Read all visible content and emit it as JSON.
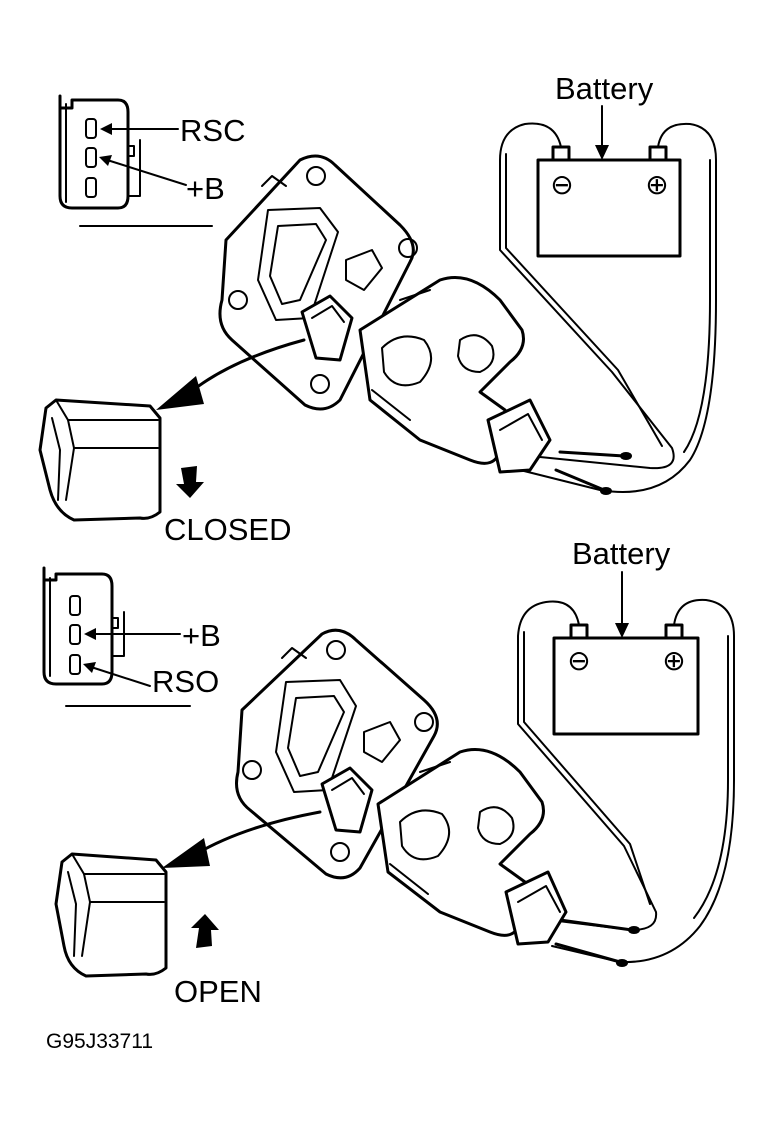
{
  "top_panel": {
    "connector_pin_top": "RSC",
    "connector_pin_middle": "+B",
    "battery_label": "Battery",
    "battery_negative": "⊖",
    "battery_positive": "⊕",
    "valve_state": "CLOSED",
    "valve_motion": "down"
  },
  "bottom_panel": {
    "connector_pin_middle": "+B",
    "connector_pin_bottom": "RSO",
    "battery_label": "Battery",
    "battery_negative": "⊖",
    "battery_positive": "⊕",
    "valve_state": "OPEN",
    "valve_motion": "up"
  },
  "figure_code": "G95J33711"
}
